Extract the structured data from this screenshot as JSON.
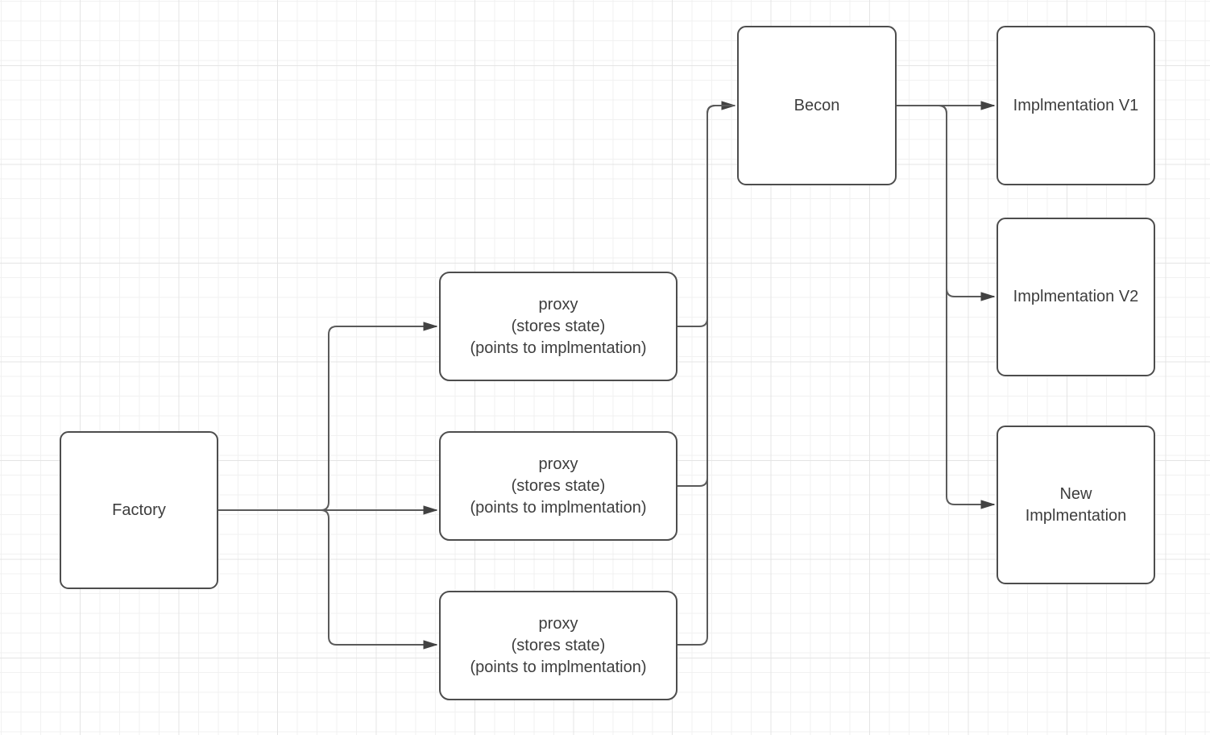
{
  "style": {
    "canvas_background": "#ffffff",
    "grid_minor_color": "#f1f1f1",
    "grid_major_color": "#e4e4e4",
    "node_fill": "#ffffff",
    "node_border_color": "#4d4d4d",
    "edge_color": "#5a5a5a",
    "arrowhead_color": "#424242",
    "text_color": "#3d3d3d"
  },
  "nodes": {
    "factory": {
      "lines": [
        "Factory"
      ]
    },
    "proxy_top": {
      "lines": [
        "proxy",
        "(stores state)",
        "(points to implmentation)"
      ]
    },
    "proxy_middle": {
      "lines": [
        "proxy",
        "(stores state)",
        "(points to implmentation)"
      ]
    },
    "proxy_bottom": {
      "lines": [
        "proxy",
        "(stores state)",
        "(points to implmentation)"
      ]
    },
    "becon": {
      "lines": [
        "Becon"
      ]
    },
    "implementation_v1": {
      "lines": [
        "Implmentation V1"
      ]
    },
    "implementation_v2": {
      "lines": [
        "Implmentation V2"
      ]
    },
    "new_implementation": {
      "lines": [
        "New",
        "Implmentation"
      ]
    }
  },
  "edges": [
    {
      "from": "factory",
      "to": "proxy_top"
    },
    {
      "from": "factory",
      "to": "proxy_middle"
    },
    {
      "from": "factory",
      "to": "proxy_bottom"
    },
    {
      "from": "proxy_top",
      "to": "becon"
    },
    {
      "from": "proxy_middle",
      "to": "becon"
    },
    {
      "from": "proxy_bottom",
      "to": "becon"
    },
    {
      "from": "becon",
      "to": "implementation_v1"
    },
    {
      "from": "becon",
      "to": "implementation_v2"
    },
    {
      "from": "becon",
      "to": "new_implementation"
    }
  ]
}
